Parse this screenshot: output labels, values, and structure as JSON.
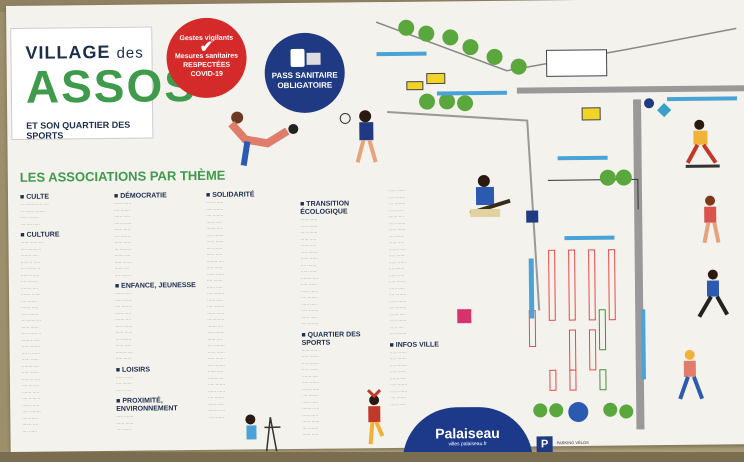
{
  "logo": {
    "line1": "VILLAGE",
    "line1_small": "des",
    "line2": "ASSOS",
    "line3": "ET SON QUARTIER DES SPORTS"
  },
  "badges": {
    "covid": {
      "text": "Gestes vigilants",
      "title": "Mesures sanitaires",
      "title2": "RESPECTÉES",
      "tag": "COVID-19"
    },
    "pass": {
      "line1": "PASS SANITAIRE",
      "line2": "OBLIGATOIRE"
    }
  },
  "section_title": "LES ASSOCIATIONS PAR THÈME",
  "categories": {
    "culte": "CULTE",
    "culture": "CULTURE",
    "democratie": "DÉMOCRATIE",
    "enfance": "ENFANCE, JEUNESSE",
    "loisirs": "LOISIRS",
    "environnement": "PROXIMITÉ, ENVIRONNEMENT",
    "solidarite": "SOLIDARITÉ",
    "transition": "TRANSITION ÉCOLOGIQUE",
    "sports": "QUARTIER DES SPORTS",
    "infos": "INFOS VILLE"
  },
  "brand": {
    "name": "Palaiseau",
    "sub": "villes palaiseau.fr"
  },
  "parking": {
    "letter": "P",
    "label": "PARKING VÉLOS"
  },
  "colors": {
    "green": "#3f9a4c",
    "navy": "#1d2d4d",
    "red": "#d42a2a",
    "blue": "#1f3a82"
  }
}
